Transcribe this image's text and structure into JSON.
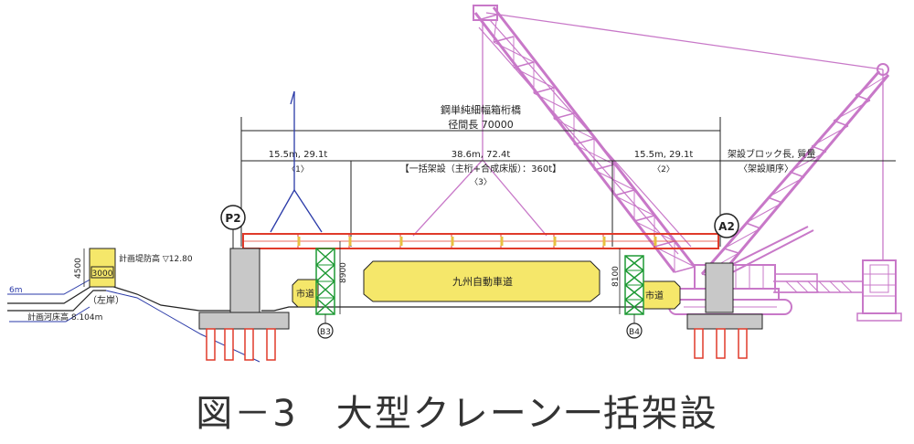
{
  "figure": {
    "caption": "図－3　大型クレーン一括架設"
  },
  "labels": {
    "bridge_type": "鋼単純細幅箱桁橋",
    "span_length": "径間長 70000",
    "seg_left": "15.5m, 29.1t",
    "seg_left_num": "〈1〉",
    "seg_center": "38.6m, 72.4t",
    "seg_center_note": "【一括架設（主桁+合成床版）：360t】",
    "seg_center_num": "〈3〉",
    "seg_right": "15.5m, 29.1t",
    "seg_right_num": "〈2〉",
    "block_note_1": "架設ブロック長, 質量",
    "block_note_2": "〈架設順序〉",
    "pier_p2": "P2",
    "abut_a2": "A2",
    "bent_b3": "B3",
    "bent_b4": "B4",
    "levee": "計画堤防高 ▽12.80",
    "height_4500": "4500",
    "box_3000": "3000",
    "left_bank": "（左岸）",
    "water_6m": "6m",
    "riverbed": "計画河床高 8.104m",
    "expressway": "九州自動車道",
    "city_road_left": "市道",
    "city_road_right": "市道",
    "height_8900": "8900",
    "height_8100": "8100"
  },
  "colors": {
    "crane": "#c878c8",
    "girder": "#e03a2a",
    "bent": "#1f9a35",
    "yellow": "#f5e76a",
    "line": "#222222",
    "blue": "#2a3aa8",
    "pier": "#c8c8c8"
  }
}
